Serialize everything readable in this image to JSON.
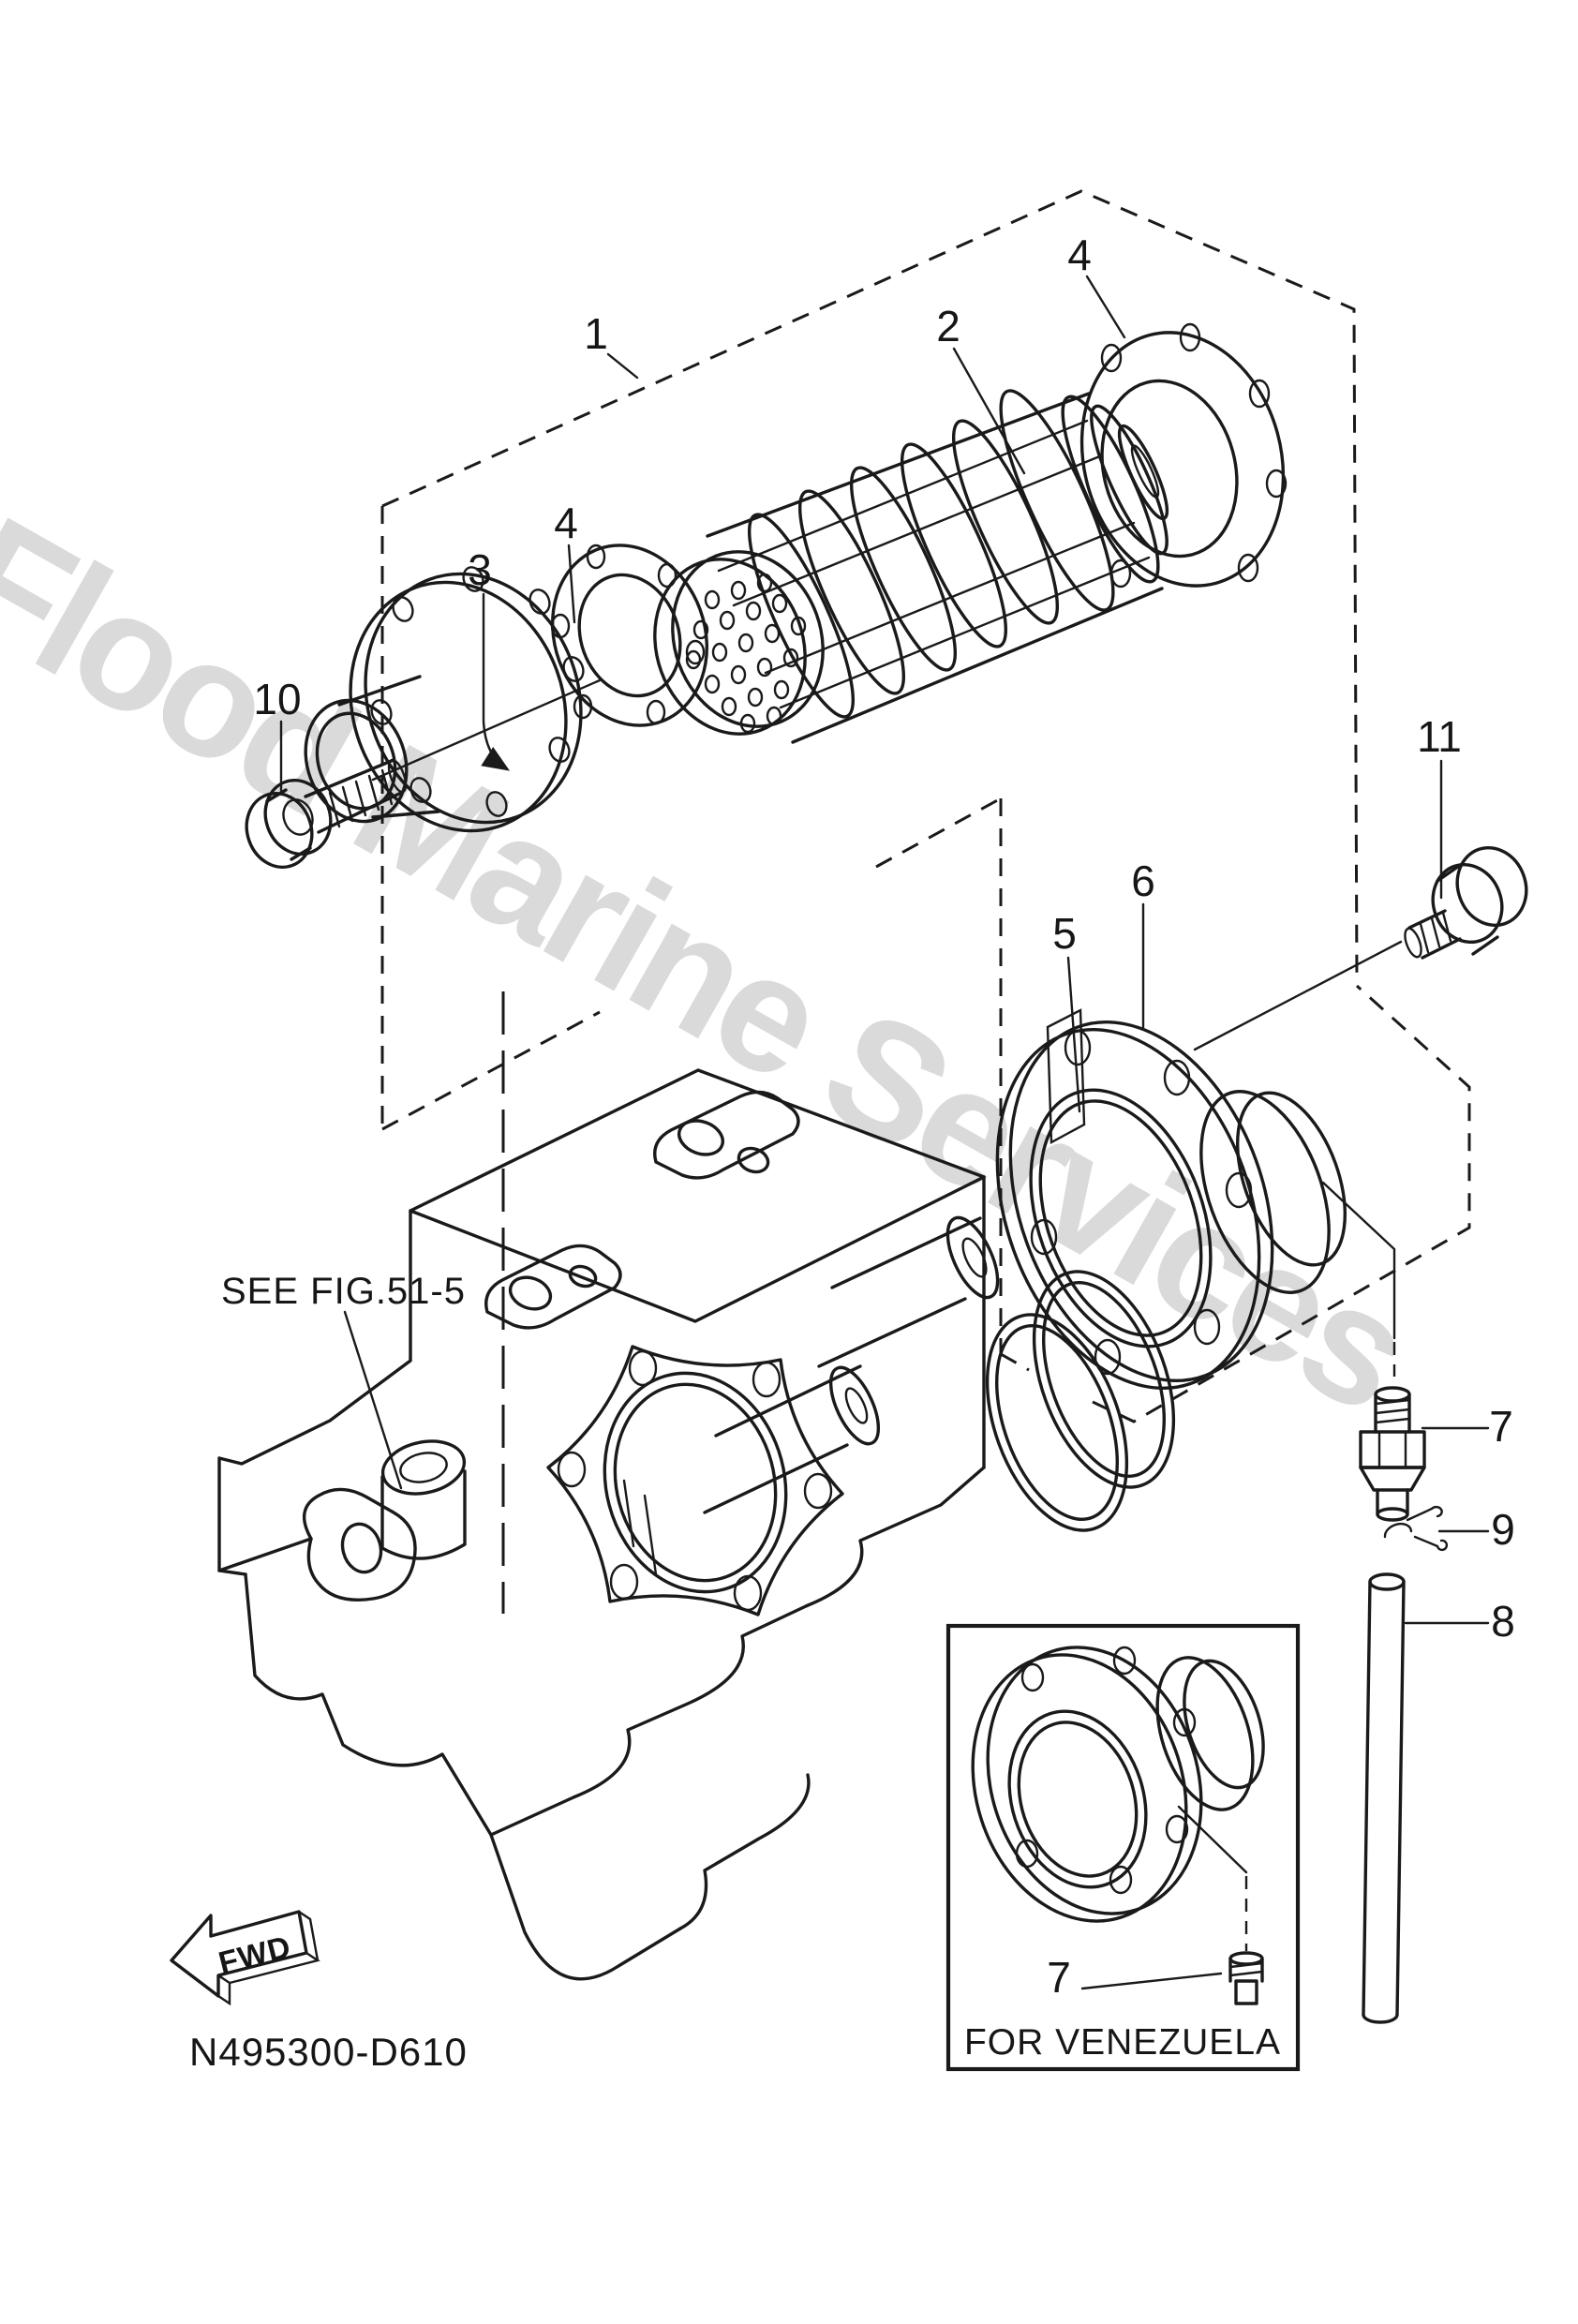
{
  "notes": {
    "watermark": "Flood Marine Services",
    "see_fig": "SEE FIG.51-5",
    "drawing_code": "N495300-D610",
    "venezuela": "FOR VENEZUELA",
    "fwd": "FWD"
  },
  "callouts": {
    "c1": "1",
    "c2": "2",
    "c3": "3",
    "c4_top": "4",
    "c4_left": "4",
    "c5": "5",
    "c6": "6",
    "c7": "7",
    "c8": "8",
    "c9": "9",
    "c10": "10",
    "c11": "11",
    "c7_venezuela": "7"
  },
  "colors": {
    "line": "#1a1a1a",
    "watermark": "#dadada",
    "background": "#ffffff"
  }
}
